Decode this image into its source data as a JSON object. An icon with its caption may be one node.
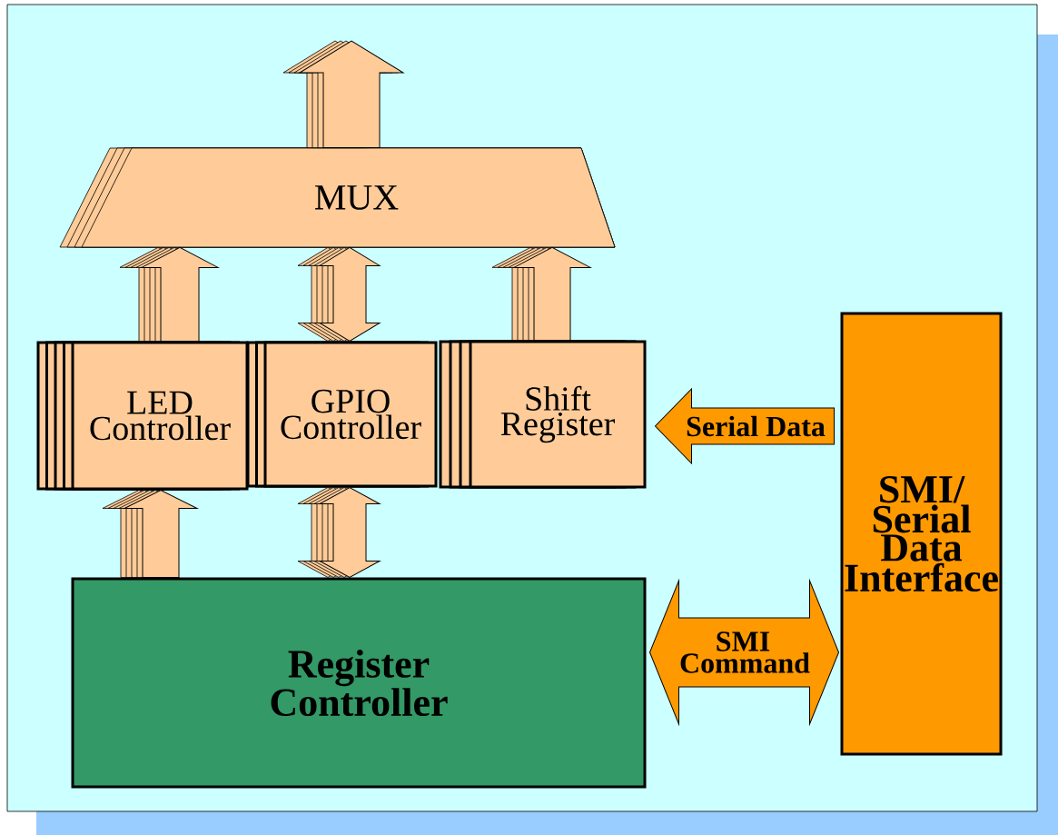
{
  "diagram": {
    "nodes": [
      {
        "text": [
          "MUX"
        ]
      },
      {
        "text": [
          "LED Controller"
        ]
      },
      {
        "text": [
          "GPIO Controller"
        ]
      },
      {
        "text": [
          "Shift Register"
        ]
      },
      {
        "text": [
          "Register Controller"
        ]
      },
      {
        "text": [
          "SMI/ Serial Data Interface"
        ]
      }
    ],
    "edges": [
      {
        "from": 0,
        "to": null,
        "arrow": "to"
      },
      {
        "from": 1,
        "to": 0,
        "arrow": "to"
      },
      {
        "from": 2,
        "to": 0,
        "arrow": "both"
      },
      {
        "from": 3,
        "to": 0,
        "arrow": "to"
      },
      {
        "from": 4,
        "to": 1,
        "arrow": "to"
      },
      {
        "from": 4,
        "to": 2,
        "arrow": "both"
      },
      {
        "from": 5,
        "to": 3,
        "arrow": "to",
        "label": "Serial Data",
        "color": "#ff9900"
      },
      {
        "from": 4,
        "to": 5,
        "arrow": "both",
        "label": "SMI Command",
        "color": "#ff9900"
      }
    ]
  }
}
